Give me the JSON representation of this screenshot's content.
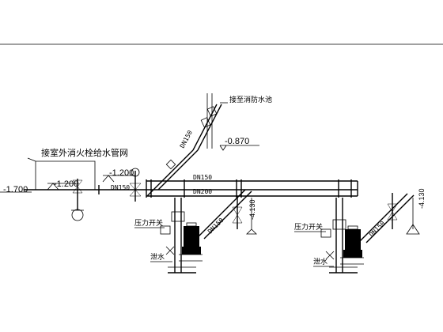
{
  "labels": {
    "tank": "接至消防水池",
    "outdoor": "接室外消火栓给水管网",
    "pressure_switch": "压力开关",
    "drain": "泄水"
  },
  "elevations": {
    "tank_outlet": "-0.870",
    "left_edge": "-1.700",
    "main_a": "-1.200",
    "main_b": "-1.200",
    "pump1_suction": "-4.130",
    "pump2_suction": "-4.130"
  },
  "pipe_sizes": {
    "dn150": "DN150",
    "dn200": "DN200"
  }
}
